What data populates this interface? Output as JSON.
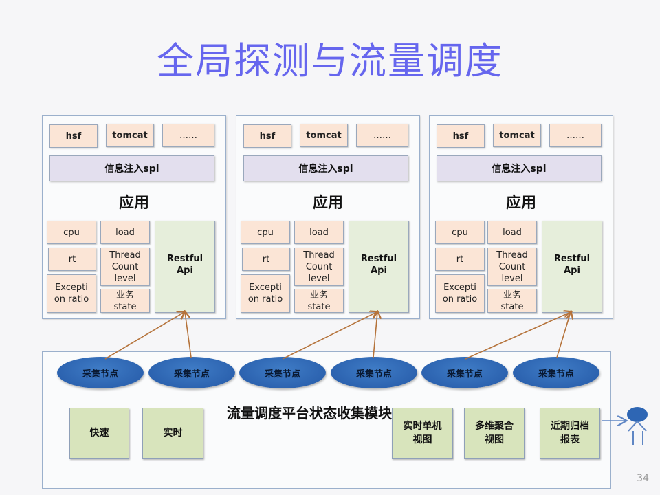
{
  "title": "全局探测与流量调度",
  "panel": {
    "top_items": [
      "hsf",
      "tomcat",
      "……"
    ],
    "spi_label": "信息注入spi",
    "app_label": "应用",
    "cpu": "cpu",
    "load": "load",
    "rt": "rt",
    "thread": "Thread Count level",
    "exception": "Excepti on ratio",
    "biz_state": "业务 state",
    "restful": "Restful Api"
  },
  "collector_label": "采集节点",
  "platform_label": "流量调度平台状态收集模块",
  "modules": [
    "快速",
    "实时",
    "实时单机视图",
    "多维聚合视图",
    "近期归档报表"
  ],
  "user_icon": "user-icon",
  "page_number": "34",
  "colors": {
    "title": "#6666ee",
    "metric_box": "#fbe5d6",
    "spi_box": "#e3dfee",
    "restful_box": "#e6eedb",
    "module_box": "#d8e4bc",
    "node": "#2e66b4",
    "arrow": "#b5733b",
    "user_arrow": "#5f86c4"
  }
}
